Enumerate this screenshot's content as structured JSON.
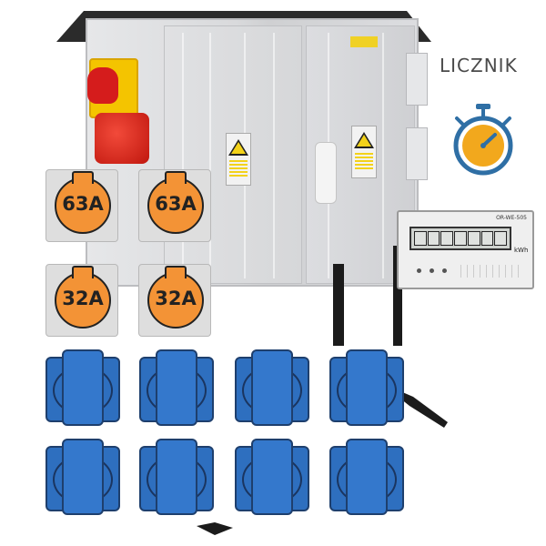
{
  "labels": {
    "meter_title": "LICZNIK",
    "meter_model": "OR-WE-505",
    "meter_unit": "kWh"
  },
  "orange_sockets": [
    {
      "rating": "63A"
    },
    {
      "rating": "63A"
    },
    {
      "rating": "32A"
    },
    {
      "rating": "32A"
    }
  ],
  "blue_socket_count": 8,
  "icons": {
    "stopwatch": "stopwatch-icon",
    "warning": "high-voltage-warning-icon"
  },
  "colors": {
    "orange": "#f39336",
    "blue": "#2e6fbf",
    "stopwatch_blue": "#2f6fa5",
    "stopwatch_yellow": "#f2a81d",
    "cabinet": "#dcdde0"
  }
}
